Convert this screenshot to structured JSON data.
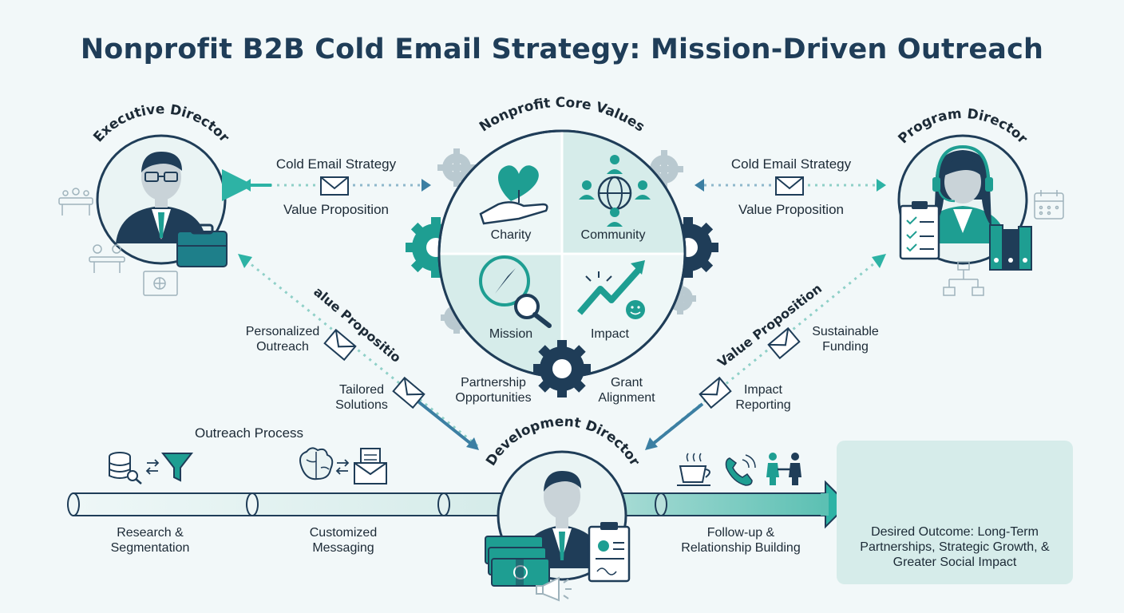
{
  "title": "Nonprofit B2B Cold Email Strategy: Mission-Driven Outreach",
  "roles": {
    "executive": "Executive Director",
    "program": "Program Director",
    "development": "Development Director"
  },
  "core": {
    "title": "Nonprofit Core Values",
    "quadrants": [
      "Charity",
      "Community",
      "Mission",
      "Impact"
    ],
    "partnership": "Partnership Opportunities",
    "grant": "Grant Alignment"
  },
  "links": {
    "left_top": "Cold Email Strategy",
    "left_bottom": "Value Proposition",
    "right_top": "Cold Email Strategy",
    "right_bottom": "Value Proposition",
    "diag_left": "Value Proposition",
    "diag_right": "Value Proposition",
    "personalized": "Personalized Outreach",
    "tailored": "Tailored Solutions",
    "sustainable": "Sustainable Funding",
    "impact_reporting": "Impact Reporting"
  },
  "process": {
    "title": "Outreach Process",
    "steps": [
      "Research & Segmentation",
      "Customized Messaging",
      "Follow-up & Relationship Building"
    ]
  },
  "outcome": "Desired Outcome: Long-Term Partnerships, Strategic Growth, & Greater Social Impact",
  "colors": {
    "teal": "#1e9e92",
    "navy": "#1f3d58",
    "light": "#d6ecea"
  }
}
